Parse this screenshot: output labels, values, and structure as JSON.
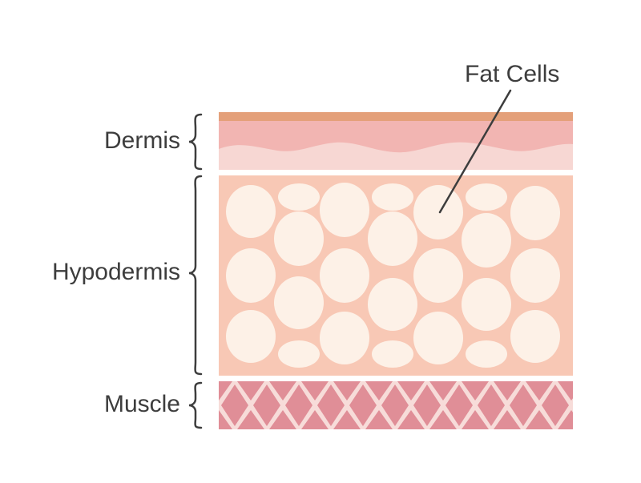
{
  "labels": {
    "dermis": "Dermis",
    "hypodermis": "Hypodermis",
    "muscle": "Muscle",
    "fat_cells": "Fat Cells"
  },
  "colors": {
    "epidermis": "#e4a07a",
    "dermis_upper": "#f2b5b2",
    "dermis_lower": "#f7d7d3",
    "hypodermis": "#f8c8b5",
    "fat_cell": "#fdf1e7",
    "muscle_pink": "#e08e97",
    "muscle_light": "#f7dcd9",
    "bracket": "#3d3d3d",
    "text": "#3d3d3d"
  }
}
